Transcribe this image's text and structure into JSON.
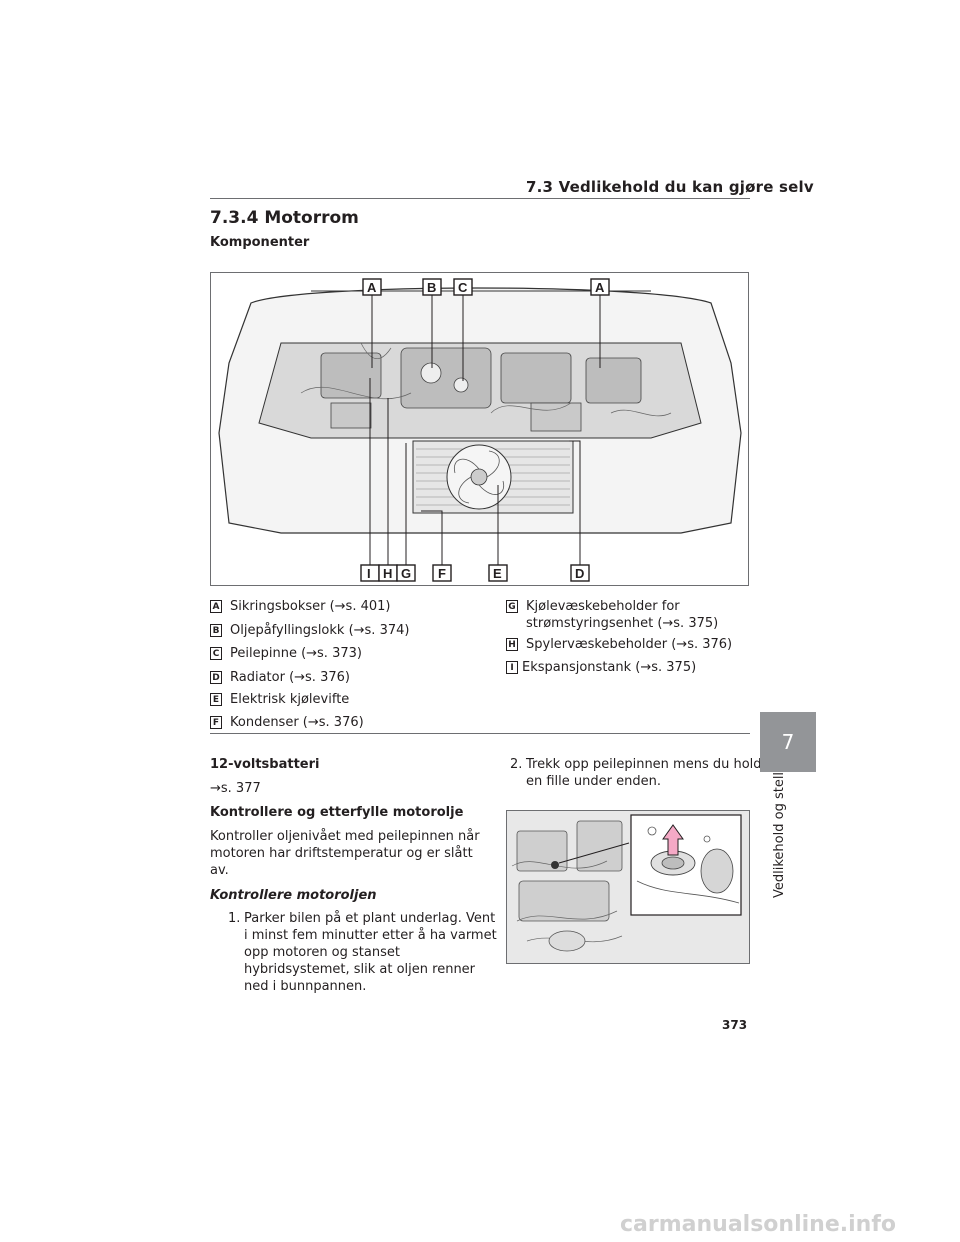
{
  "header": {
    "chapter_title": "7.3 Vedlikehold du kan gjøre selv"
  },
  "section": {
    "title": "7.3.4 Motorrom",
    "subheading": "Komponenter"
  },
  "figure_labels": {
    "top": [
      "A",
      "B",
      "C",
      "A"
    ],
    "bottom": [
      "I",
      "H",
      "G",
      "F",
      "E",
      "D"
    ]
  },
  "legend": {
    "left": [
      {
        "key": "A",
        "text": "Sikringsbokser (→s. 401)"
      },
      {
        "key": "B",
        "text": "Oljepåfyllingslokk (→s. 374)"
      },
      {
        "key": "C",
        "text": "Peilepinne (→s. 373)"
      },
      {
        "key": "D",
        "text": "Radiator (→s. 376)"
      },
      {
        "key": "E",
        "text": "Elektrisk kjølevifte"
      },
      {
        "key": "F",
        "text": "Kondenser (→s. 376)"
      }
    ],
    "right": [
      {
        "key": "G",
        "text": "Kjølevæskebeholder for",
        "text2": "strømstyringsenhet (→s. 375)"
      },
      {
        "key": "H",
        "text": "Spylervæskebeholder (→s. 376)"
      },
      {
        "key": "I",
        "text": "Ekspansjonstank (→s. 375)"
      }
    ]
  },
  "body": {
    "battery_heading": "12-voltsbatteri",
    "battery_ref": "→s. 377",
    "oil_heading": "Kontrollere og etterfylle motorolje",
    "oil_intro_1": "Kontroller oljenivået med peilepinnen når",
    "oil_intro_2": "motoren har driftstemperatur og er slått",
    "oil_intro_3": "av.",
    "check_heading": "Kontrollere motoroljen",
    "step1_num": "1.",
    "step1_lines": [
      "Parker bilen på et plant underlag. Vent",
      "i minst fem minutter etter å ha varmet",
      "opp motoren og stanset",
      "hybridsystemet, slik at oljen renner",
      "ned i bunnpannen."
    ],
    "step2_num": "2.",
    "step2_lines": [
      "Trekk opp peilepinnen mens du holder",
      "en fille under enden."
    ]
  },
  "side_tab": {
    "number": "7",
    "label": "Vedlikehold og stell"
  },
  "page_number": "373",
  "watermark": "carmanualsonline.info"
}
